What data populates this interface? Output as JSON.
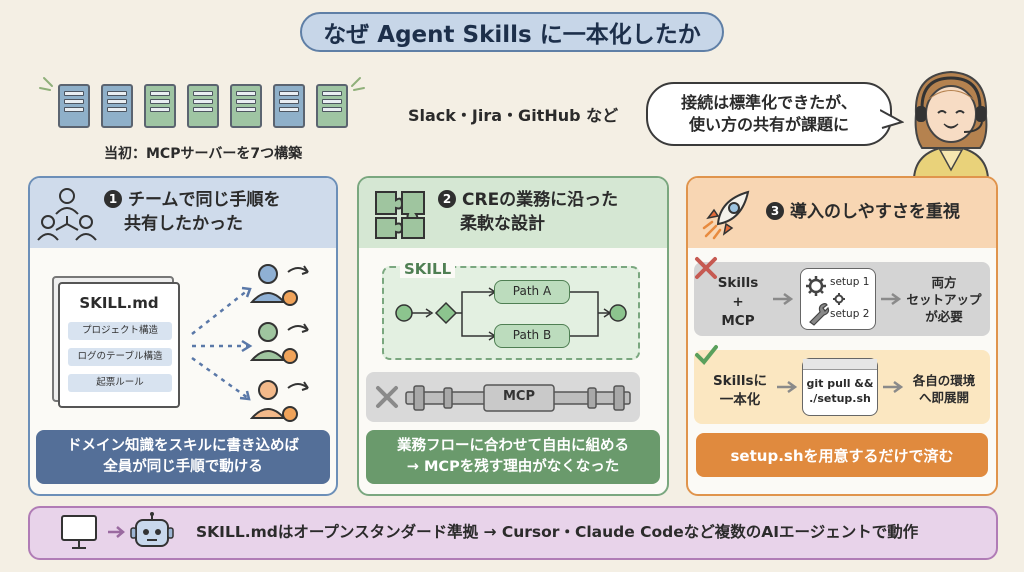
{
  "title": "なぜ Agent Skills に一本化したか",
  "intro": {
    "servers_caption": "当初：MCPサーバーを7つ構築",
    "services": "Slack・Jira・GitHub など",
    "speech_line1": "接続は標準化できたが、",
    "speech_line2": "使い方の共有が課題に"
  },
  "card1": {
    "num": "1",
    "title_line1": "チームで同じ手順を",
    "title_line2": "共有したかった",
    "doc_title": "SKILL.md",
    "doc_rows": [
      "プロジェクト構造",
      "ログのテーブル構造",
      "起票ルール"
    ],
    "banner_line1": "ドメイン知識をスキルに書き込めば",
    "banner_line2": "全員が同じ手順で動ける"
  },
  "card2": {
    "num": "2",
    "title_line1": "CREの業務に沿った",
    "title_line2": "柔軟な設計",
    "skill_label": "SKILL",
    "path_a": "Path A",
    "path_b": "Path B",
    "mcp_label": "MCP",
    "banner_line1": "業務フローに合わせて自由に組める",
    "banner_line2": "→ MCPを残す理由がなくなった"
  },
  "card3": {
    "num": "3",
    "title": "導入のしやすさを重視",
    "bad_left_line1": "Skills",
    "bad_left_line2": "+",
    "bad_left_line3": "MCP",
    "setup1": "setup 1",
    "setup2": "setup 2",
    "bad_right_line1": "両方",
    "bad_right_line2": "セットアップ",
    "bad_right_line3": "が必要",
    "good_left_line1": "Skillsに",
    "good_left_line2": "一本化",
    "cmd_line1": "git pull &&",
    "cmd_line2": "./setup.sh",
    "good_right_line1": "各自の環境",
    "good_right_line2": "へ即展開",
    "banner": "setup.shを用意するだけで済む"
  },
  "footer": {
    "text": "SKILL.mdはオープンスタンダード準拠 → Cursor・Claude Codeなど複数のAIエージェントで動作"
  },
  "colors": {
    "blue": "#546f98",
    "green": "#6a9a6c",
    "orange": "#e08a3e",
    "purple": "#b07cb6"
  },
  "icons": [
    "server-icon",
    "team-icon",
    "puzzle-icon",
    "rocket-icon",
    "user-gear-icon",
    "cross-icon",
    "check-icon",
    "gear-icon",
    "wrench-icon",
    "terminal-icon",
    "monitor-icon",
    "robot-icon",
    "operator-avatar"
  ]
}
